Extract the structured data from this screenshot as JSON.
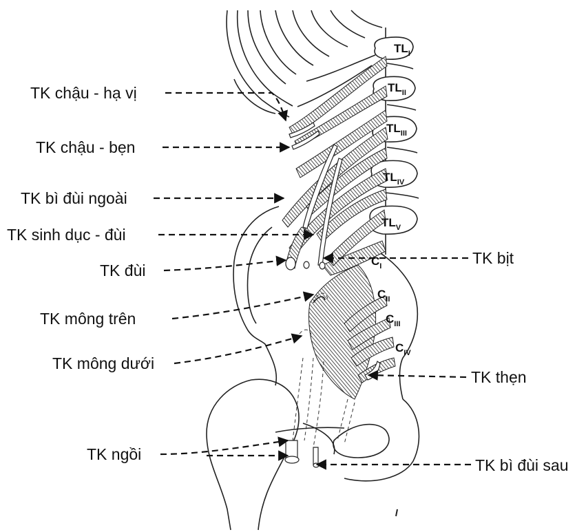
{
  "labels_left": [
    {
      "id": "iliohypogastric",
      "text": "TK chậu - hạ vị"
    },
    {
      "id": "ilioinguinal",
      "text": "TK chậu - bẹn"
    },
    {
      "id": "lateral-femoral-cutaneous",
      "text": "TK bì đùi ngoài"
    },
    {
      "id": "genitofemoral",
      "text": "TK sinh dục - đùi"
    },
    {
      "id": "femoral",
      "text": "TK đùi"
    },
    {
      "id": "superior-gluteal",
      "text": "TK mông trên"
    },
    {
      "id": "inferior-gluteal",
      "text": "TK mông dưới"
    },
    {
      "id": "sciatic",
      "text": "TK ngồi"
    }
  ],
  "labels_right": [
    {
      "id": "obturator",
      "text": "TK bịt"
    },
    {
      "id": "pudendal",
      "text": "TK thẹn"
    },
    {
      "id": "posterior-femoral-cutaneous",
      "text": "TK bì đùi sau"
    }
  ],
  "vertebrae": [
    {
      "id": "L1",
      "base": "TL",
      "sub": "I"
    },
    {
      "id": "L2",
      "base": "TL",
      "sub": "II"
    },
    {
      "id": "L3",
      "base": "TL",
      "sub": "III"
    },
    {
      "id": "L4",
      "base": "TL",
      "sub": "IV"
    },
    {
      "id": "L5",
      "base": "TL",
      "sub": "V"
    },
    {
      "id": "S1",
      "base": "C",
      "sub": "I"
    },
    {
      "id": "S2",
      "base": "C",
      "sub": "II"
    },
    {
      "id": "S3",
      "base": "C",
      "sub": "III"
    },
    {
      "id": "S4",
      "base": "C",
      "sub": "IV"
    }
  ]
}
